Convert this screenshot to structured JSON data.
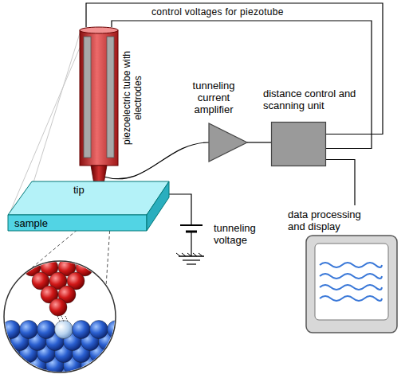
{
  "diagram": {
    "nodes": [
      {
        "text": [
          "piezoelectric tube with electrodes"
        ]
      },
      {
        "text": [
          "tunneling current amplifier"
        ]
      },
      {
        "text": [
          "distance control and scanning unit"
        ]
      },
      {
        "text": [
          "sample"
        ]
      },
      {
        "text": [
          "data processing and display"
        ]
      }
    ],
    "edges": [
      {
        "from": 0,
        "to": 1,
        "arrow": "none"
      },
      {
        "from": 1,
        "to": 2,
        "arrow": "none"
      },
      {
        "from": 2,
        "to": 4,
        "arrow": "none"
      },
      {
        "from": 2,
        "to": 0,
        "arrow": "none"
      }
    ],
    "labels": [
      "control voltages for piezotube",
      "tip",
      "tunneling voltage"
    ]
  }
}
